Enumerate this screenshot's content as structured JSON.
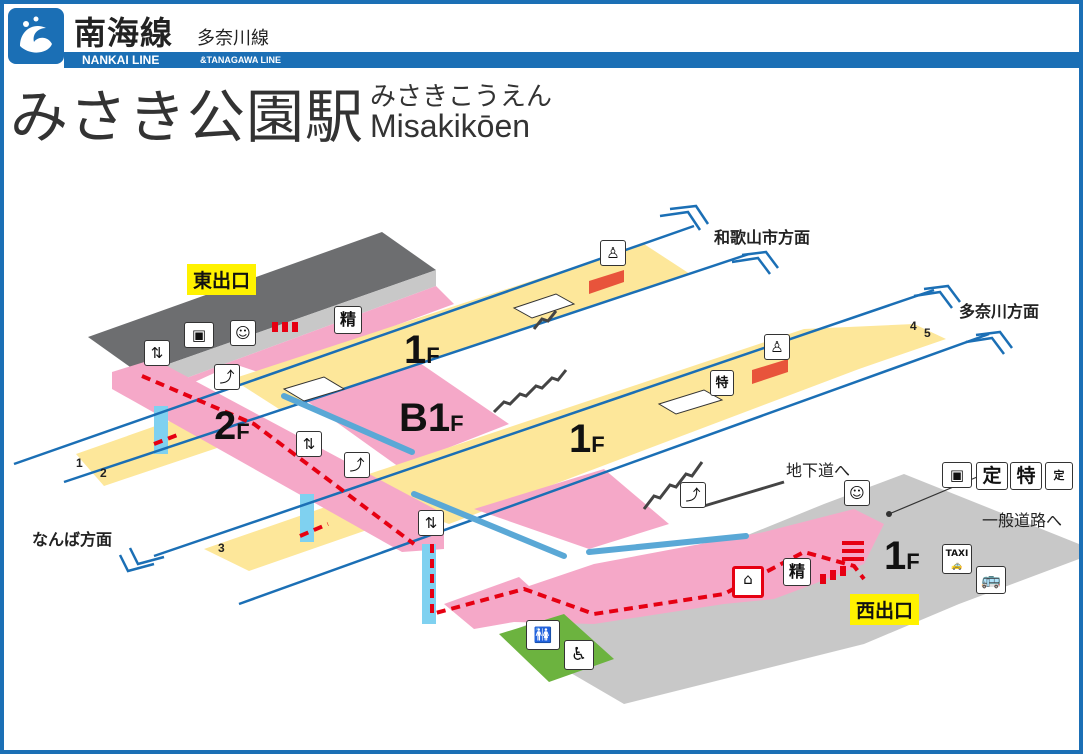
{
  "header": {
    "line_name": "南海線",
    "line_sub": "多奈川線",
    "line_en": "NANKAI LINE",
    "line_en_sub": "&TANAGAWA LINE",
    "brand_color": "#1b6fb5"
  },
  "station": {
    "name": "みさき公園駅",
    "kana": "みさきこうえん",
    "roman": "Misakikōen"
  },
  "directions": {
    "wakayama": "和歌山市方面",
    "tanagawa": "多奈川方面",
    "namba": "なんば方面",
    "underpass": "地下道へ",
    "general_road": "一般道路へ"
  },
  "exits": {
    "east": "東出口",
    "west": "西出口",
    "exit_color": "#fff200"
  },
  "floors": {
    "f2_num": "2",
    "f2_unit": "F",
    "b1_num": "B1",
    "b1_unit": "F",
    "f1_top_num": "1",
    "f1_top_unit": "F",
    "f1_mid_num": "1",
    "f1_mid_unit": "F",
    "f1_west_num": "1",
    "f1_west_unit": "F"
  },
  "tracks": {
    "t1": "1",
    "t2": "2",
    "t3": "3",
    "t4": "4",
    "t5": "5"
  },
  "icons": {
    "fare_adjust": "精",
    "fare_adjust_west": "精",
    "commuter_pass": "定",
    "limited_express": "特",
    "limited_express_small": "特",
    "taxi": "TAXI"
  },
  "colors": {
    "platform": "#fde79a",
    "concourse": "#f5a8c8",
    "route": "#e60012",
    "track_line": "#1b6fb5",
    "ground": "#c8c8c8",
    "dark_roof": "#6d6e70",
    "toilet_green": "#6cb33f"
  }
}
